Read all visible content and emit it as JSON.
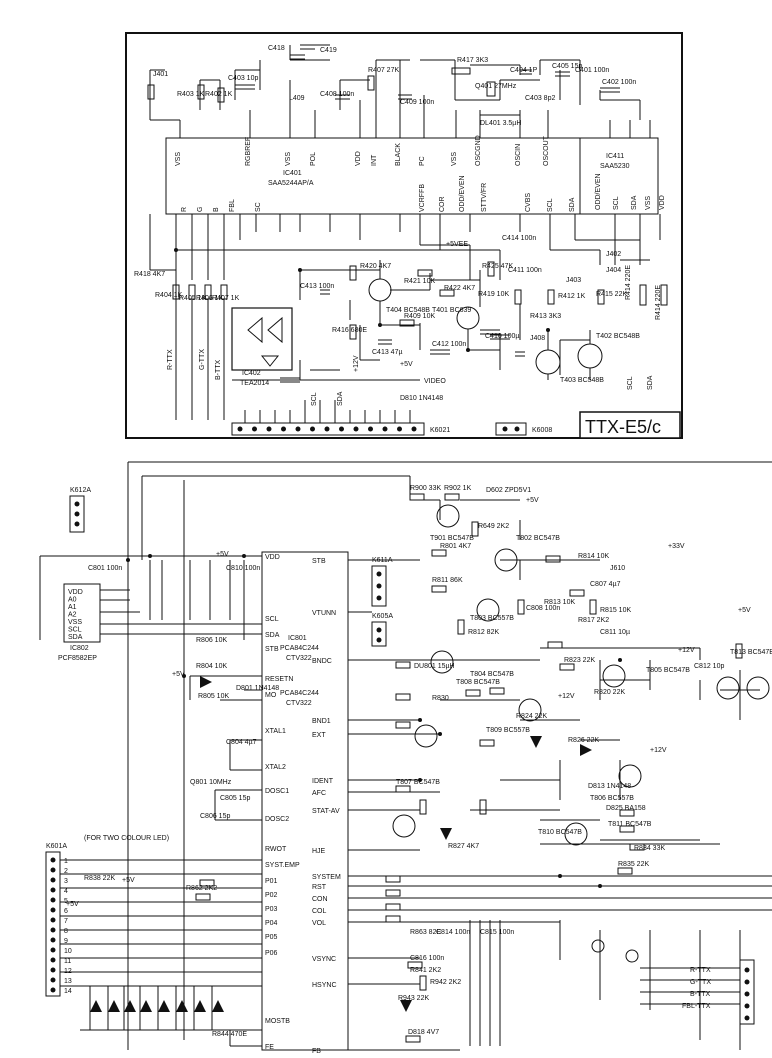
{
  "title_box": "TTX-E5/c",
  "ics": {
    "ic401": {
      "ref": "IC401",
      "part": "SAA5244AP/A"
    },
    "ic411": {
      "ref": "IC411",
      "part": "SAA5230"
    },
    "ic402": {
      "ref": "IC402",
      "part": "TEA2014"
    },
    "ic801": {
      "ref": "IC801",
      "part": "PCA84C244",
      "part2": "CTV322"
    },
    "ic802": {
      "ref": "IC802",
      "part": "PCF8582EP"
    }
  },
  "ic401_top_pins": [
    "VSS",
    "RGBREF",
    "VSS",
    "POL",
    "VDD",
    "INT",
    "BLACK",
    "PC",
    "VSS",
    "OSCGND",
    "OSCIN",
    "OSCOUT"
  ],
  "ic401_bottom_pins": [
    "R",
    "G",
    "B",
    "FBL",
    "SC",
    "VCRFFB",
    "COR",
    "ODD/EVEN",
    "STTV/FR",
    "CVBS",
    "SCL",
    "SDA"
  ],
  "ic411_pins": [
    "ODD/EVEN",
    "SCL",
    "SDA",
    "VSS",
    "VDD"
  ],
  "components_top": [
    {
      "id": "r401",
      "label": "J401"
    },
    {
      "id": "r403",
      "label": "R403 1K"
    },
    {
      "id": "r402",
      "label": "R402 1K"
    },
    {
      "id": "c403",
      "label": "C403 10p"
    },
    {
      "id": "c418",
      "label": "C418"
    },
    {
      "id": "c419",
      "label": "C419"
    },
    {
      "id": "l409",
      "label": "L409"
    },
    {
      "id": "c408",
      "label": "C408 100n"
    },
    {
      "id": "r407",
      "label": "R407 27K"
    },
    {
      "id": "c409",
      "label": "C409 100n"
    },
    {
      "id": "r417",
      "label": "R417 3K3"
    },
    {
      "id": "q401",
      "label": "Q401 27MHz"
    },
    {
      "id": "c404",
      "label": "C404 1P"
    },
    {
      "id": "c405",
      "label": "C405 15p"
    },
    {
      "id": "c401",
      "label": "C401 100n"
    },
    {
      "id": "c402",
      "label": "C402 100n"
    },
    {
      "id": "c403b",
      "label": "C403 8p2"
    },
    {
      "id": "dl401",
      "label": "DL401 3.5µH"
    },
    {
      "id": "r418",
      "label": "R418 4K7"
    },
    {
      "id": "r404",
      "label": "R404 1K"
    },
    {
      "id": "r405",
      "label": "R405 1K"
    },
    {
      "id": "r406",
      "label": "R406 1K"
    },
    {
      "id": "r407b",
      "label": "R407 1K"
    },
    {
      "id": "c413",
      "label": "C413 100n"
    },
    {
      "id": "c414",
      "label": "C414 100n"
    },
    {
      "id": "r420",
      "label": "R420 4K7"
    },
    {
      "id": "r421",
      "label": "R421 10K"
    },
    {
      "id": "t404",
      "label": "T404 BC548B"
    },
    {
      "id": "r422",
      "label": "R422 4K7"
    },
    {
      "id": "t401",
      "label": "T401 BC639"
    },
    {
      "id": "r425",
      "label": "R425 47K"
    },
    {
      "id": "r419",
      "label": "R419 10K"
    },
    {
      "id": "c411",
      "label": "C411 100n"
    },
    {
      "id": "r416",
      "label": "R416 680E"
    },
    {
      "id": "r409",
      "label": "R409 10K"
    },
    {
      "id": "c413b",
      "label": "C413 47µ"
    },
    {
      "id": "c412",
      "label": "C412 100n"
    },
    {
      "id": "c410",
      "label": "C410 100µ"
    },
    {
      "id": "r412",
      "label": "R412 1K"
    },
    {
      "id": "r413",
      "label": "R413 3K3"
    },
    {
      "id": "r415",
      "label": "R415 22K"
    },
    {
      "id": "r414",
      "label": "R414 220E"
    },
    {
      "id": "r414b",
      "label": "R414 220E"
    },
    {
      "id": "t402",
      "label": "T402 BC548B"
    },
    {
      "id": "t403",
      "label": "T403 BC548B"
    },
    {
      "id": "j408",
      "label": "J408"
    },
    {
      "id": "j403",
      "label": "J403"
    },
    {
      "id": "j404",
      "label": "J404"
    },
    {
      "id": "j402",
      "label": "J402"
    }
  ],
  "signal_labels_top": [
    "R-TTX",
    "G-TTX",
    "B-TTX",
    "+12V",
    "+5V",
    "VIDEO",
    "SCL",
    "SDA",
    "+5VEE"
  ],
  "connectors": {
    "k6021": "K6021",
    "k6008": "K6008",
    "k612a": "K612A",
    "k601a": "K601A",
    "k611a": "K611A",
    "k605a": "K605A"
  },
  "components_bottom": [
    {
      "id": "r900",
      "label": "R900 33K"
    },
    {
      "id": "r902",
      "label": "R902 1K"
    },
    {
      "id": "d602",
      "label": "D602 ZPD5V1"
    },
    {
      "id": "t901",
      "label": "T901 BC547B"
    },
    {
      "id": "r649",
      "label": "R649 2K2"
    },
    {
      "id": "t802",
      "label": "T802 BC547B"
    },
    {
      "id": "r801",
      "label": "R801 4K7"
    },
    {
      "id": "r811",
      "label": "R811 86K"
    },
    {
      "id": "t803",
      "label": "T803 BC557B"
    },
    {
      "id": "r812",
      "label": "R812 82K"
    },
    {
      "id": "c808",
      "label": "C808 100n"
    },
    {
      "id": "r813",
      "label": "R813 10K"
    },
    {
      "id": "r814",
      "label": "R814 10K"
    },
    {
      "id": "c807",
      "label": "C807 4µ7"
    },
    {
      "id": "r815",
      "label": "R815 10K"
    },
    {
      "id": "r817",
      "label": "R817 2K2"
    },
    {
      "id": "c811",
      "label": "C811 10µ"
    },
    {
      "id": "j610",
      "label": "J610"
    },
    {
      "id": "c801",
      "label": "C801 100n"
    },
    {
      "id": "c810",
      "label": "C810 100n"
    },
    {
      "id": "r806",
      "label": "R806 10K"
    },
    {
      "id": "r804",
      "label": "R804 10K"
    },
    {
      "id": "r805",
      "label": "R805 10K"
    },
    {
      "id": "d801",
      "label": "D801 1N4148"
    },
    {
      "id": "c804",
      "label": "C804 4µ7"
    },
    {
      "id": "q801",
      "label": "Q801 10MHz"
    },
    {
      "id": "c805",
      "label": "C805 15p"
    },
    {
      "id": "c806",
      "label": "C806 15p"
    },
    {
      "id": "du801",
      "label": "DU801 15µH"
    },
    {
      "id": "t804",
      "label": "T804 BC547B"
    },
    {
      "id": "r823",
      "label": "R823 22K"
    },
    {
      "id": "r820",
      "label": "R820 22K"
    },
    {
      "id": "t805",
      "label": "T805 BC547B"
    },
    {
      "id": "c812",
      "label": "C812 10p"
    },
    {
      "id": "t813",
      "label": "T813 BC547B"
    },
    {
      "id": "r830",
      "label": "R830"
    },
    {
      "id": "t808",
      "label": "T808 BC547B"
    },
    {
      "id": "r824",
      "label": "R824 22K"
    },
    {
      "id": "t809",
      "label": "T809 BC557B"
    },
    {
      "id": "r826",
      "label": "R826 22K"
    },
    {
      "id": "d813",
      "label": "D813 1N4148"
    },
    {
      "id": "t806",
      "label": "T806 BC557B"
    },
    {
      "id": "t807",
      "label": "T807 BC547B"
    },
    {
      "id": "r827",
      "label": "R827 4K7"
    },
    {
      "id": "t810",
      "label": "T810 BC547B"
    },
    {
      "id": "d825",
      "label": "D825 BA158"
    },
    {
      "id": "t811",
      "label": "T811 BC547B"
    },
    {
      "id": "r834",
      "label": "R834 33K"
    },
    {
      "id": "r835",
      "label": "R835 22K"
    },
    {
      "id": "r838",
      "label": "R838 22K"
    },
    {
      "id": "r862",
      "label": "R862 2K2"
    },
    {
      "id": "r863",
      "label": "R863 82E"
    },
    {
      "id": "c814",
      "label": "C814 100n"
    },
    {
      "id": "c815",
      "label": "C815 100n"
    },
    {
      "id": "c816",
      "label": "C816 100n"
    },
    {
      "id": "r841",
      "label": "R841 2K2"
    },
    {
      "id": "r942",
      "label": "R942 2K2"
    },
    {
      "id": "r943",
      "label": "R943 22K"
    },
    {
      "id": "d818",
      "label": "D818 4V7"
    },
    {
      "id": "r844",
      "label": "R844 470E"
    },
    {
      "id": "d810",
      "label": "D810 1N4148"
    }
  ],
  "ic801_left_pins": [
    "VDD",
    "SCL",
    "SDA",
    "STB",
    "RESETN",
    "MO",
    "XTAL1",
    "XTAL2",
    "DOSC1",
    "DOSC2",
    "RWOT",
    "SYST.EMP",
    "P01",
    "P02",
    "P03",
    "P04",
    "P05",
    "P06",
    "MOSTB",
    "FE"
  ],
  "ic801_right_pins": [
    "STB",
    "VTUNN",
    "BNDC",
    "BND1",
    "EXT",
    "IDENT",
    "AFC",
    "STAT-AV",
    "HJE",
    "SYSTEM",
    "RST",
    "CON",
    "COL",
    "VOL",
    "VSYNC",
    "HSYNC",
    "FB"
  ],
  "ic802_pins": [
    "VDD",
    "A0",
    "A1",
    "A2",
    "VSS",
    "SCL",
    "SDA"
  ],
  "bottom_signals": [
    "+5V",
    "+12V",
    "+33V",
    "R-TTX",
    "G-TTX",
    "B-TTX",
    "FBL-TTX"
  ],
  "notes": [
    "(FOR TWO COLOUR LED)"
  ],
  "k601a_pins": [
    "1",
    "2",
    "3",
    "4",
    "5",
    "6",
    "7",
    "8",
    "9",
    "10",
    "11",
    "12",
    "13",
    "14"
  ]
}
